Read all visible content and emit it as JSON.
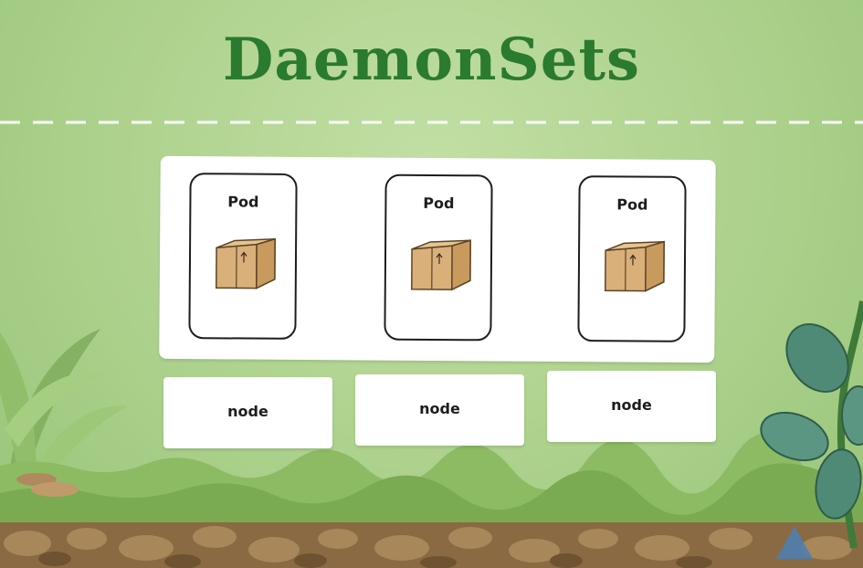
{
  "slide": {
    "title": "DaemonSets"
  },
  "pods": [
    {
      "label": "Pod",
      "icon": "package-box-icon"
    },
    {
      "label": "Pod",
      "icon": "package-box-icon"
    },
    {
      "label": "Pod",
      "icon": "package-box-icon"
    }
  ],
  "nodes": [
    {
      "label": "node"
    },
    {
      "label": "node"
    },
    {
      "label": "node"
    }
  ],
  "colors": {
    "title": "#2a7a30",
    "background": "#acd18c",
    "box": "#d9b07a",
    "soil": "#8a6a42"
  }
}
